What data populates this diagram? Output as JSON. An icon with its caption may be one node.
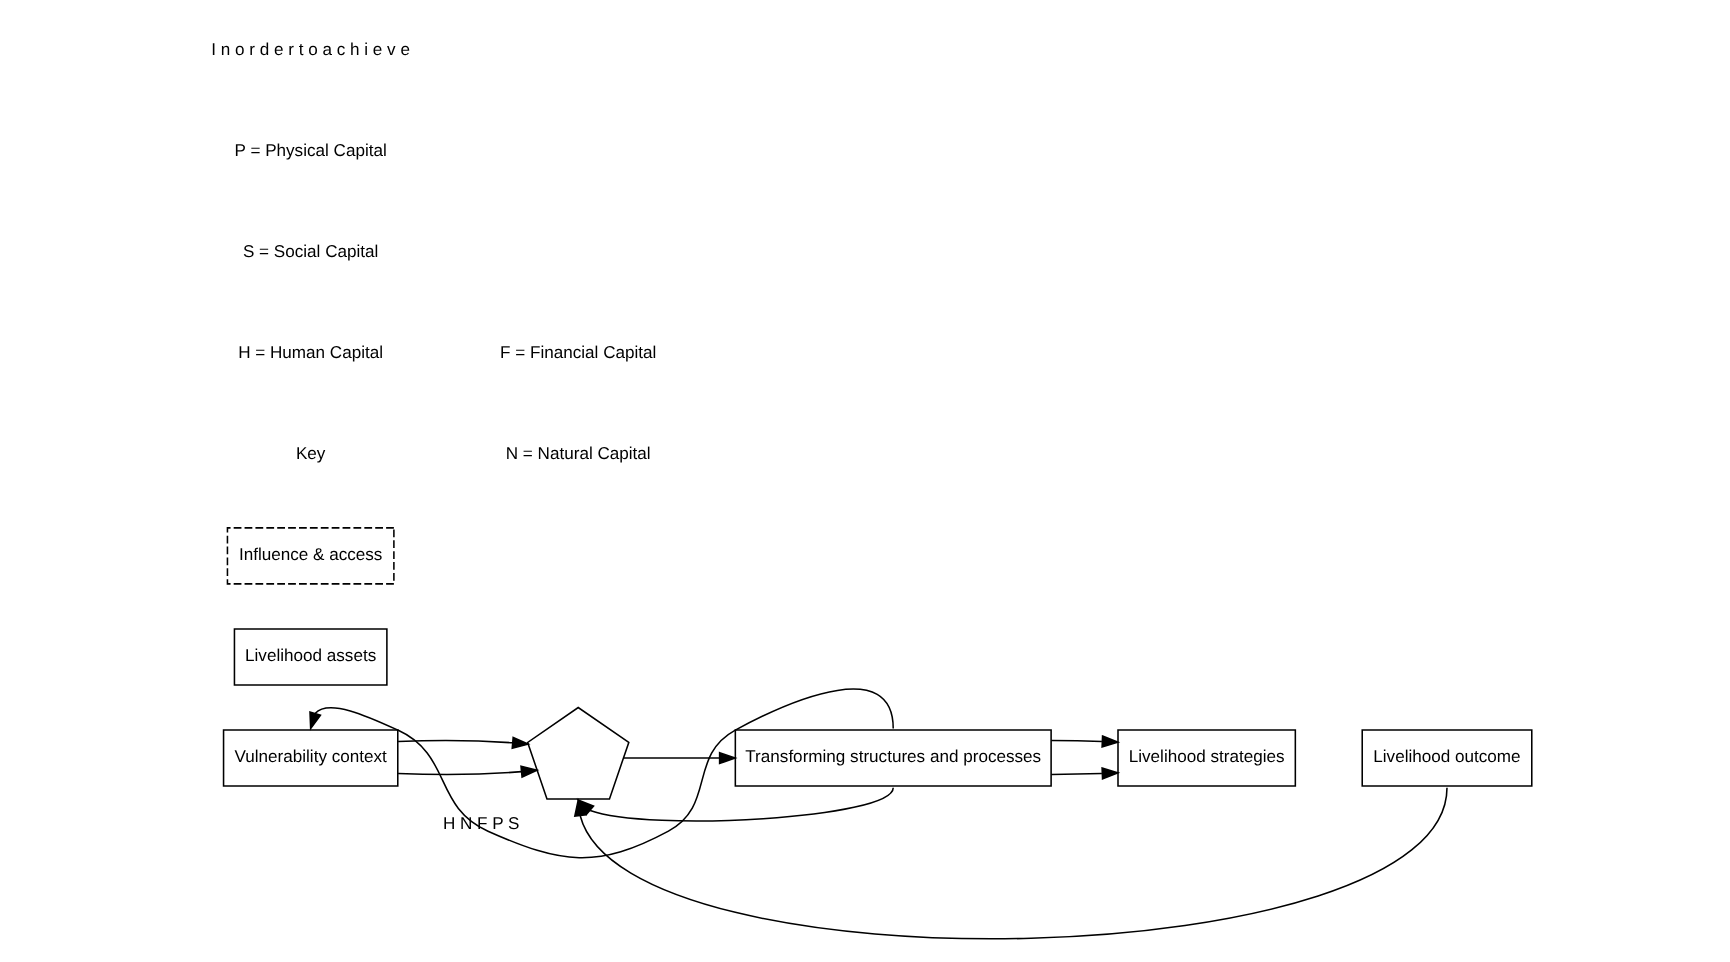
{
  "diagram": {
    "nodes": [
      {
        "text": [
          "Vulnerability context"
        ]
      },
      {
        "text": [
          "Livelihood assets"
        ]
      },
      {
        "text": [],
        "shape": "pentagon",
        "beside": [
          "H",
          "N",
          "F",
          "P",
          "S"
        ]
      },
      {
        "text": [
          "Influence & access"
        ]
      },
      {
        "text": [
          "Transforming structures and processes"
        ]
      },
      {
        "text": [
          "Livelihood strategies"
        ]
      },
      {
        "text": [
          "Livelihood outcome"
        ]
      }
    ],
    "edges": [
      {
        "from": 4,
        "to": 0,
        "arrow": "to"
      },
      {
        "from": 0,
        "to": 2,
        "arrow": "to"
      },
      {
        "from": 0,
        "to": 2,
        "arrow": "to"
      },
      {
        "from": 2,
        "to": 4,
        "arrow": "to"
      },
      {
        "from": 4,
        "to": 2,
        "arrow": "to"
      },
      {
        "from": 4,
        "to": 5,
        "arrow": "to"
      },
      {
        "from": 4,
        "to": 5,
        "arrow": "to"
      },
      {
        "from": 6,
        "to": 2,
        "arrow": "to"
      }
    ],
    "labels": [
      "Key",
      "H = Human Capital",
      "S = Social Capital",
      "N = Natural Capital",
      "P = Physical Capital",
      "F = Financial Capital",
      "I n o r d e r t o a c h i e v e"
    ]
  }
}
